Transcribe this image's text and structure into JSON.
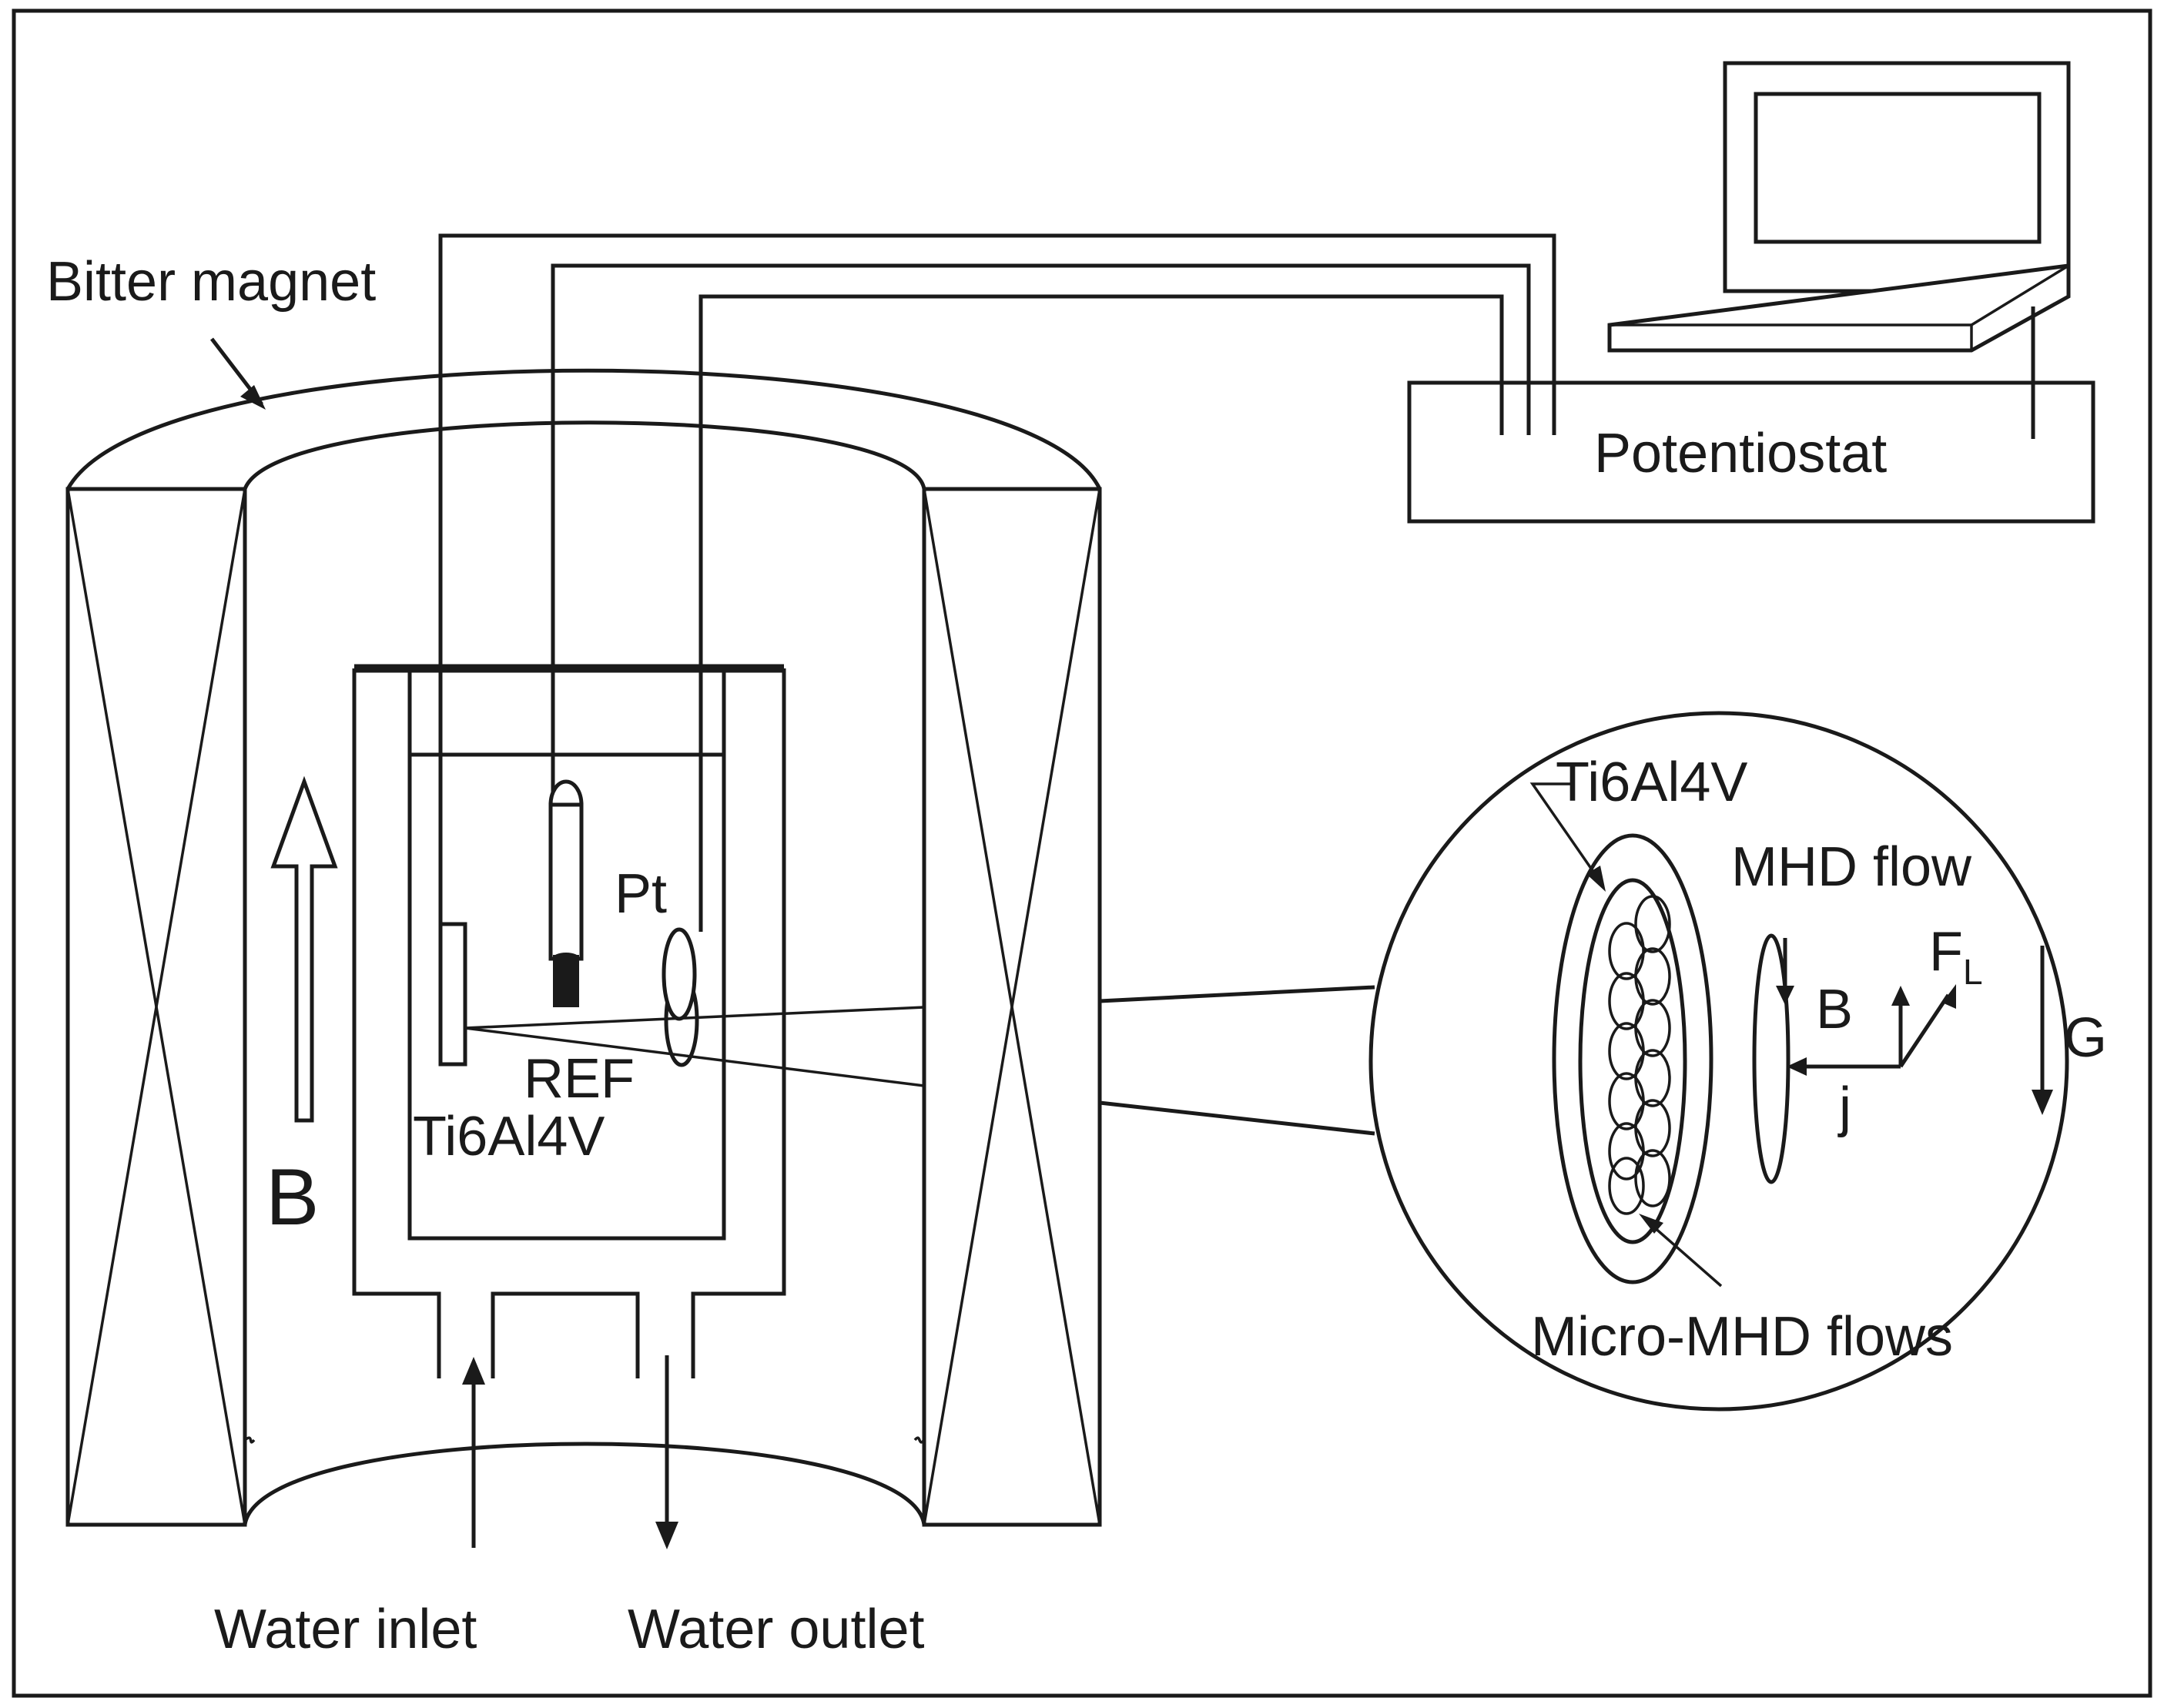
{
  "labels": {
    "bitter_magnet": "Bitter magnet",
    "potentiostat": "Potentiostat",
    "field": "B",
    "pt": "Pt",
    "ref": "REF",
    "sample": "Ti6Al4V",
    "water_inlet": "Water inlet",
    "water_outlet": "Water outlet"
  },
  "inset": {
    "sample": "Ti6Al4V",
    "mhd_flow": "MHD flow",
    "micro_mhd_flows": "Micro-MHD flows",
    "field": "B",
    "force": "F",
    "force_subscript": "L",
    "current": "j",
    "gravity": "G"
  },
  "colors": {
    "stroke": "#1a1a1a",
    "background": "#ffffff"
  }
}
